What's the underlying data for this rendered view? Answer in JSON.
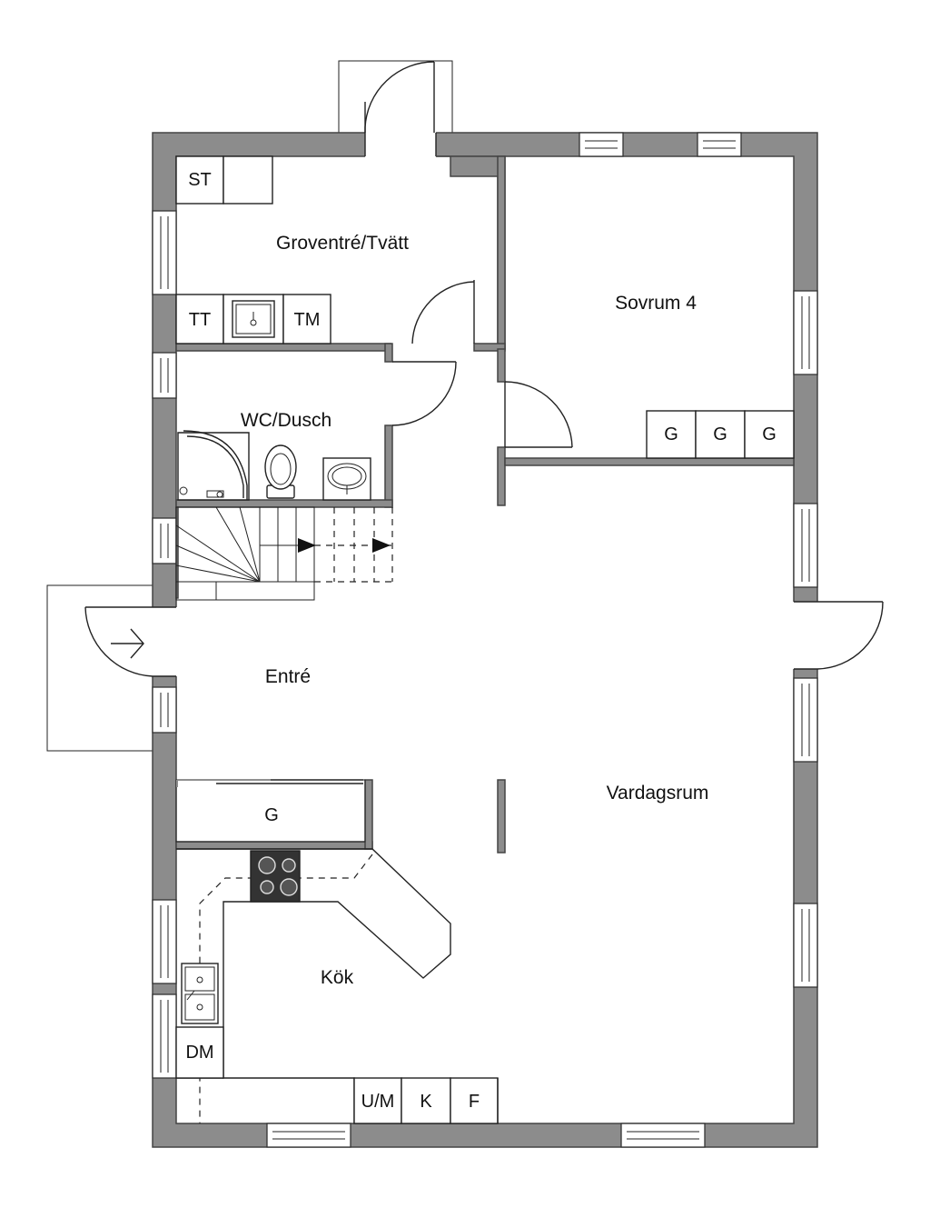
{
  "rooms": {
    "groventre": "Groventré/Tvätt",
    "sovrum": "Sovrum 4",
    "wc": "WC/Dusch",
    "entre": "Entré",
    "vardagsrum": "Vardagsrum",
    "kok": "Kök"
  },
  "units": {
    "st": "ST",
    "tt": "TT",
    "tm": "TM",
    "g_sovrum_1": "G",
    "g_sovrum_2": "G",
    "g_sovrum_3": "G",
    "g_hall": "G",
    "dm": "DM",
    "um": "U/M",
    "k": "K",
    "f": "F"
  },
  "colors": {
    "wall": "#8c8c8c",
    "line": "#222222",
    "background": "#ffffff"
  }
}
